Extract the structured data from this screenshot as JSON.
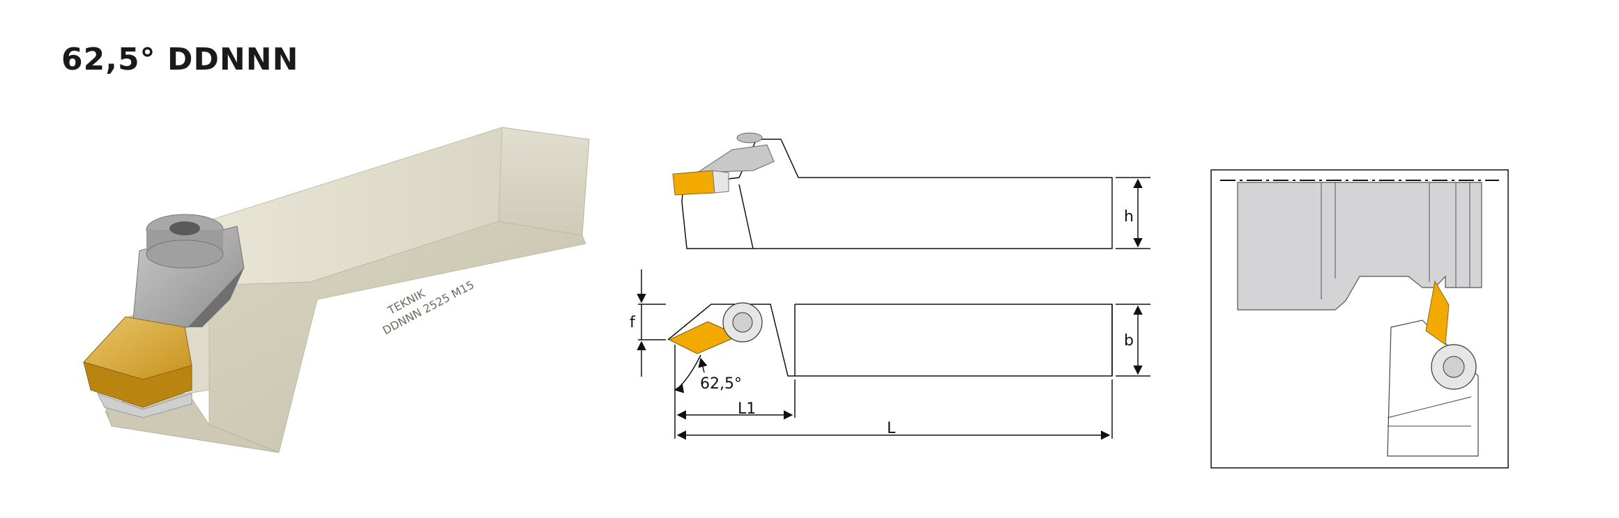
{
  "header": {
    "title": "62,5° DDNNN"
  },
  "render": {
    "brand": "TEKNIK",
    "code": "DDNNN 2525 M15"
  },
  "top_view": {
    "label_h": "h"
  },
  "side_view": {
    "label_f": "f",
    "label_b": "b",
    "label_angle": "62,5°",
    "label_l1": "L1",
    "label_l": "L"
  },
  "colors": {
    "body": "#d8d5c3",
    "insert": "#f2a900",
    "line": "#111111",
    "part_gray": "#d4d4d6"
  }
}
